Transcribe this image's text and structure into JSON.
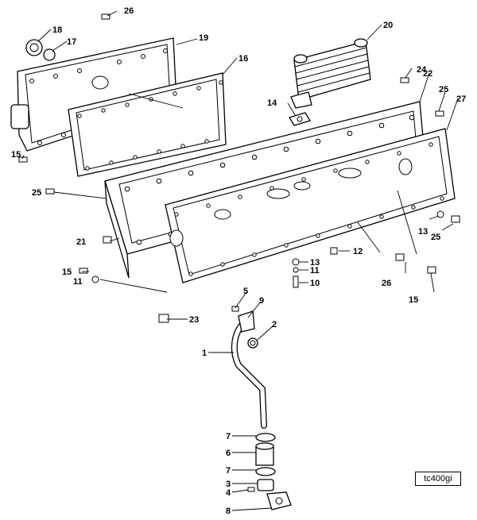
{
  "diagram": {
    "reference_code": "tc400gi",
    "callouts": [
      "1",
      "2",
      "3",
      "4",
      "5",
      "6",
      "7",
      "8",
      "9",
      "10",
      "11",
      "12",
      "13",
      "14",
      "15",
      "16",
      "17",
      "18",
      "19",
      "20",
      "21",
      "22",
      "23",
      "24",
      "25",
      "26",
      "27"
    ]
  }
}
